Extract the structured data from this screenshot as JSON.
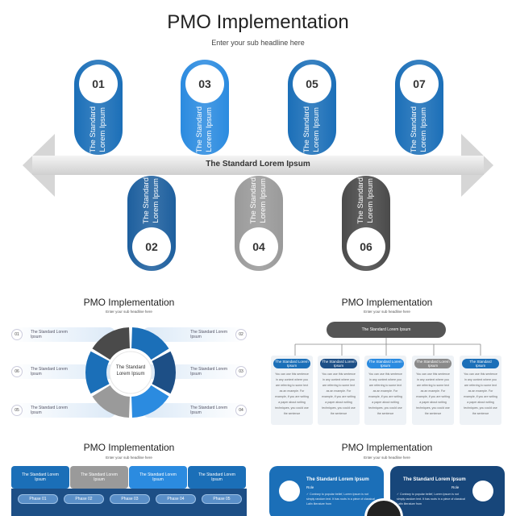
{
  "hero": {
    "title": "PMO Implementation",
    "subtitle": "Enter your sub headline here",
    "arrow_label": "The Standard Lorem Ipsum",
    "steps": [
      {
        "num": "01",
        "text": "The Standard\nLorem Ipsum",
        "color": "#1b6fb8"
      },
      {
        "num": "02",
        "text": "The Standard\nLorem Ipsum",
        "color": "#1d5f9e"
      },
      {
        "num": "03",
        "text": "The Standard\nLorem Ipsum",
        "color": "#2b8be0"
      },
      {
        "num": "04",
        "text": "The Standard\nLorem Ipsum",
        "color": "#9a9a9a"
      },
      {
        "num": "05",
        "text": "The Standard\nLorem Ipsum",
        "color": "#1b6fb8"
      },
      {
        "num": "06",
        "text": "The Standard\nLorem Ipsum",
        "color": "#4a4a4a"
      },
      {
        "num": "07",
        "text": "The Standard\nLorem Ipsum",
        "color": "#1b6fb8"
      }
    ]
  },
  "thumb1": {
    "title": "PMO Implementation",
    "subtitle": "Enter your sub headline here",
    "center": "The Standard\nLorem Ipsum",
    "items_left": [
      {
        "num": "01",
        "text": "The Standard Lorem\nIpsum"
      },
      {
        "num": "06",
        "text": "The Standard Lorem\nIpsum"
      },
      {
        "num": "05",
        "text": "The Standard Lorem\nIpsum"
      }
    ],
    "items_right": [
      {
        "num": "02",
        "text": "The Standard Lorem\nIpsum"
      },
      {
        "num": "03",
        "text": "The Standard Lorem\nIpsum"
      },
      {
        "num": "04",
        "text": "The Standard Lorem\nIpsum"
      }
    ]
  },
  "thumb2": {
    "title": "PMO Implementation",
    "subtitle": "Enter your sub headline here",
    "root": "The Standard Lorem Ipsum",
    "cards": [
      {
        "head": "The Standard Lorem\nIpsum",
        "color": "#1b6fb8",
        "body": "You can use this sentence\nin any context where you\nare referring to some text\nas an example. For\nexample, if you are writing\na paper about writing\ntechniques, you could use\nthe sentence"
      },
      {
        "head": "The Standard Lorem\nIpsum",
        "color": "#1d4f86",
        "body": "You can use this sentence\nin any context where you\nare referring to some text\nas an example. For\nexample, if you are writing\na paper about writing\ntechniques, you could use\nthe sentence"
      },
      {
        "head": "The Standard Lorem\nIpsum",
        "color": "#2b8be0",
        "body": "You can use this sentence\nin any context where you\nare referring to some text\nas an example. For\nexample, if you are writing\na paper about writing\ntechniques, you could use\nthe sentence"
      },
      {
        "head": "The Standard Lorem\nIpsum",
        "color": "#8a8a8a",
        "body": "You can use this sentence\nin any context where you\nare referring to some text\nas an example. For\nexample, if you are writing\na paper about writing\ntechniques, you could use\nthe sentence"
      },
      {
        "head": "The Standard\nIpsum",
        "color": "#1b6fb8",
        "body": "You can use this sentence\nin any context where you\nare referring to some text\nas an example. For\nexample, if you are writing\na paper about writing\ntechniques, you could use\nthe sentence"
      }
    ]
  },
  "thumb3": {
    "title": "PMO Implementation",
    "subtitle": "Enter your sub headline here",
    "heads": [
      {
        "text": "The Standard Lorem\nIpsum",
        "color": "#1b6fb8"
      },
      {
        "text": "The Standard Lorem\nIpsum",
        "color": "#9a9a9a"
      },
      {
        "text": "The Standard Lorem\nIpsum",
        "color": "#2b8be0"
      },
      {
        "text": "The Standard Lorem\nIpsum",
        "color": "#1b6fb8"
      }
    ],
    "phases": [
      "Phase 01",
      "Phase 02",
      "Phase 03",
      "Phase 04",
      "Phase 05"
    ]
  },
  "thumb4": {
    "title": "PMO Implementation",
    "subtitle": "Enter your sub headline here",
    "roles": [
      {
        "title": "The Standard Lorem Ipsum",
        "role": "Role",
        "desc": "✓ Contrary to popular belief, Lorem Ipsum is not\nsimply random text. It has roots in a piece of classical\nLatin literature from",
        "color": "#1b6fb8"
      },
      {
        "title": "The Standard Lorem Ipsum",
        "role": "Role",
        "desc": "✓ Contrary to popular belief, Lorem Ipsum is not\nsimply random text. It has roots in a piece of classical\nLatin literature from",
        "color": "#17467a"
      }
    ]
  }
}
